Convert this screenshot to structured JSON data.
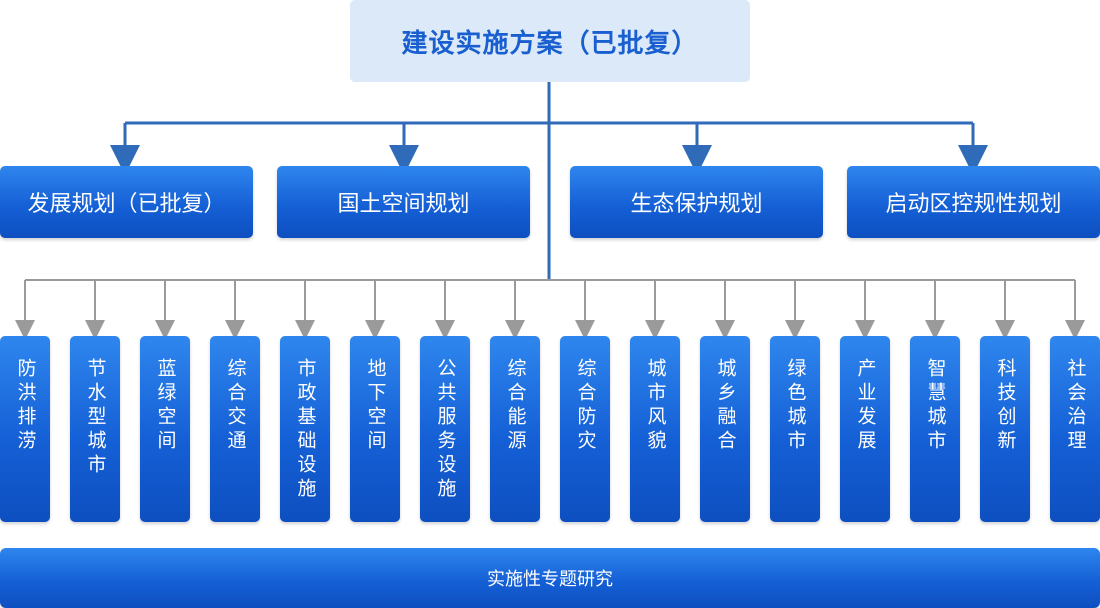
{
  "root": {
    "label": "建设实施方案（已批复）"
  },
  "level1": [
    {
      "label": "发展规划（已批复）"
    },
    {
      "label": "国土空间规划"
    },
    {
      "label": "生态保护规划"
    },
    {
      "label": "启动区控规性规划"
    }
  ],
  "level2": [
    {
      "label": "防洪排涝"
    },
    {
      "label": "节水型城市"
    },
    {
      "label": "蓝绿空间"
    },
    {
      "label": "综合交通"
    },
    {
      "label": "市政基础设施"
    },
    {
      "label": "地下空间"
    },
    {
      "label": "公共服务设施"
    },
    {
      "label": "综合能源"
    },
    {
      "label": "综合防灾"
    },
    {
      "label": "城市风貌"
    },
    {
      "label": "城乡融合"
    },
    {
      "label": "绿色城市"
    },
    {
      "label": "产业发展"
    },
    {
      "label": "智慧城市"
    },
    {
      "label": "科技创新"
    },
    {
      "label": "社会治理"
    }
  ],
  "bottom": {
    "label": "实施性专题研究"
  },
  "colors": {
    "connector_top": "#2f6bb8",
    "connector_bottom": "#9a9a9a",
    "root_bg": "#dce9f8",
    "root_text": "#1a5fd0",
    "box_blue": "#1560d6"
  }
}
